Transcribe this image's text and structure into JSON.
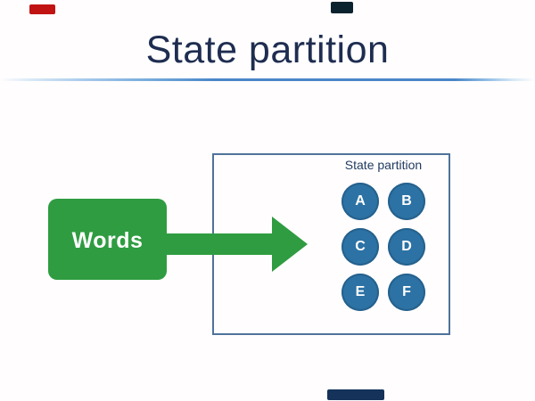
{
  "slide": {
    "title": "State partition"
  },
  "diagram": {
    "words_box": {
      "label": "Words"
    },
    "arrow": {
      "type": "right-arrow",
      "color": "#2f9c41"
    },
    "partition_box": {
      "label": "State partition",
      "states": [
        "A",
        "B",
        "C",
        "D",
        "E",
        "F"
      ]
    }
  },
  "colors": {
    "title_navy": "#1e2d50",
    "divider_blue": "#4a86c8",
    "green": "#2f9c41",
    "circle_blue": "#2c72a4",
    "box_border": "#4f739c",
    "partition_label_navy": "#1e3a5f",
    "marker_red": "#c21313",
    "marker_dark_teal": "#0b222f",
    "marker_navy": "#14325a",
    "background": "#ffffff"
  }
}
